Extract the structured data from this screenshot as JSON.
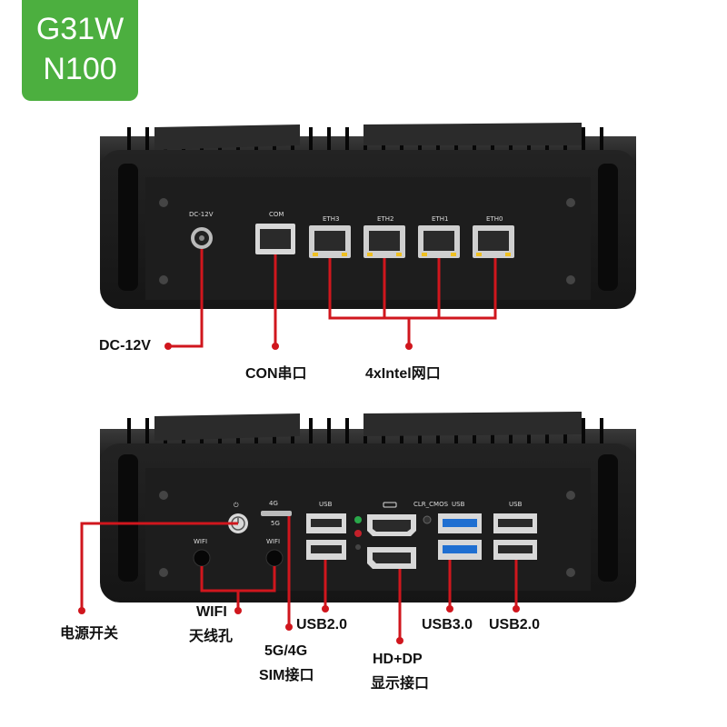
{
  "badge": {
    "line1": "G31W",
    "line2": "N100"
  },
  "top_panel": {
    "port_labels": {
      "dc": "DC-12V",
      "com": "COM",
      "eth3": "ETH3",
      "eth2": "ETH2",
      "eth1": "ETH1",
      "eth0": "ETH0"
    },
    "callouts": {
      "dc": "DC-12V",
      "com": "CON串口",
      "lan": "4xIntel网口"
    }
  },
  "bottom_panel": {
    "port_labels": {
      "power": "⏻",
      "4g": "4G",
      "5g": "5G",
      "usb_left": "USB",
      "clr_cmos": "CLR_CMOS",
      "usb_mid": "USB",
      "usb_right": "USB",
      "wifi_left": "WIFI",
      "wifi_right": "WIFI"
    },
    "callouts": {
      "power": "电源开关",
      "wifi_l1": "WIFI",
      "wifi_l2": "天线孔",
      "sim_l1": "5G/4G",
      "sim_l2": "SIM接口",
      "usb2_left": "USB2.0",
      "hd_l1": "HD+DP",
      "hd_l2": "显示接口",
      "usb3": "USB3.0",
      "usb2_right": "USB2.0"
    }
  },
  "colors": {
    "badge": "#4caf3f",
    "callout_line": "#d0161d",
    "chassis": "#1b1b1b"
  }
}
